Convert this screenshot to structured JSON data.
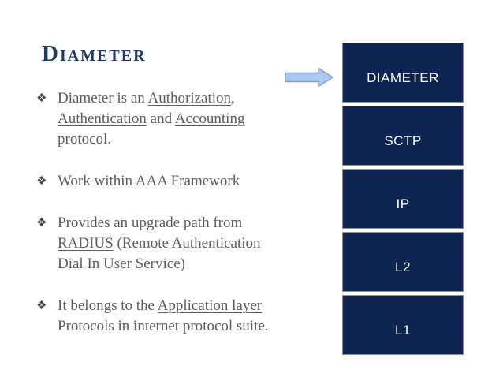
{
  "slide": {
    "title": "Diameter",
    "bullet_glyph": "❖",
    "bullets": [
      {
        "lines": [
          [
            {
              "t": "Diameter is an "
            },
            {
              "t": "Authorization",
              "u": true
            },
            {
              "t": ","
            }
          ],
          [
            {
              "t": "Authentication",
              "u": true
            },
            {
              "t": " and "
            },
            {
              "t": "Accounting",
              "u": true
            }
          ],
          [
            {
              "t": "protocol."
            }
          ]
        ]
      },
      {
        "lines": [
          [
            {
              "t": "Work within AAA Framework"
            }
          ]
        ]
      },
      {
        "lines": [
          [
            {
              "t": "Provides an upgrade path from"
            }
          ],
          [
            {
              "t": "RADIUS",
              "u": true
            },
            {
              "t": " (Remote Authentication"
            }
          ],
          [
            {
              "t": "Dial In User Service)"
            }
          ]
        ]
      },
      {
        "lines": [
          [
            {
              "t": "It belongs to the "
            },
            {
              "t": "Application layer",
              "u": true
            }
          ],
          [
            {
              "t": "Protocols in internet protocol suite."
            }
          ]
        ]
      }
    ]
  },
  "stack": {
    "layers": [
      {
        "label": "DIAMETER"
      },
      {
        "label": "SCTP"
      },
      {
        "label": "IP"
      },
      {
        "label": "L2"
      },
      {
        "label": "L1"
      }
    ]
  },
  "colors": {
    "background": "#FFFFFF",
    "title_text": "#1F3864",
    "body_text": "#5E5E5E",
    "bullet_marker": "#44444C",
    "layer_bg": "#0E2452",
    "layer_border": "#8E9092",
    "layer_text": "#FFFFFF",
    "arrow_fill": "#A9C9F0",
    "arrow_stroke": "#7BA3DA"
  }
}
